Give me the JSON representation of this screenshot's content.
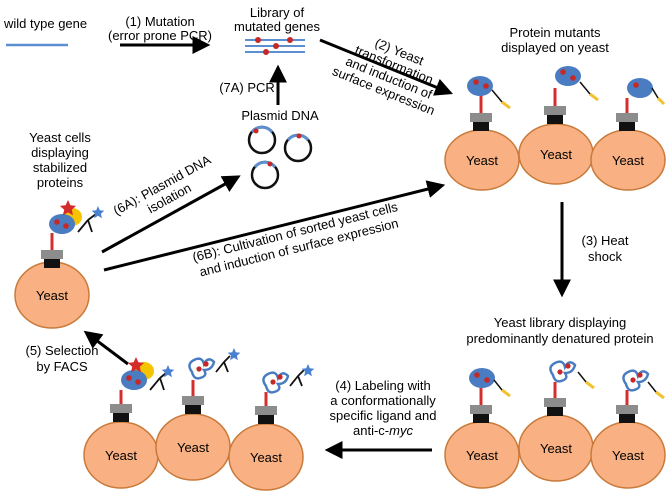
{
  "labels": {
    "wild_type": "wild type gene",
    "mutation_1": "(1) Mutation",
    "mutation_2": "(error prone PCR)",
    "library_1": "Library of",
    "library_2": "mutated genes",
    "pcr_7a": "(7A) PCR",
    "plasmid": "Plasmid DNA",
    "yeast_transform_1": "(2) Yeast",
    "yeast_transform_2": "transformation",
    "yeast_transform_3": "and induction of",
    "yeast_transform_4": "surface expression",
    "mutants_1": "Protein mutants",
    "mutants_2": "displayed on yeast",
    "stabilized_1": "Yeast cells",
    "stabilized_2": "displaying",
    "stabilized_3": "stabilized",
    "stabilized_4": "proteins",
    "isolation_1": "(6A): Plasmid DNA",
    "isolation_2": "isolation",
    "cultivation_1": "(6B): Cultivation of sorted yeast cells",
    "cultivation_2": "and induction of surface expression",
    "heat_1": "(3) Heat",
    "heat_2": "shock",
    "denatured_1": "Yeast library displaying",
    "denatured_2": "predominantly denatured protein",
    "selection_1": "(5) Selection",
    "selection_2": "by FACS",
    "labeling_1": "(4) Labeling with",
    "labeling_2": "a conformationally",
    "labeling_3": "specific ligand and",
    "labeling_4_prefix": "anti-c-",
    "labeling_4_italic": "myc",
    "yeast": "Yeast"
  },
  "colors": {
    "yeast_fill": "#F9B183",
    "yeast_stroke": "#C97A3A",
    "protein_blue": "#4A7CC2",
    "mutation_red": "#C62828",
    "linker_red": "#D32F2F",
    "anchor_black": "#111111",
    "anchor_gray": "#8C8C8C",
    "tag_yellow": "#F2C230",
    "ligand_yellow": "#F5C400",
    "star_red": "#D42A2A",
    "star_blue": "#4A80D0",
    "gene_blue": "#5B8FD0",
    "plasmid_blue": "#5B8FD0"
  }
}
